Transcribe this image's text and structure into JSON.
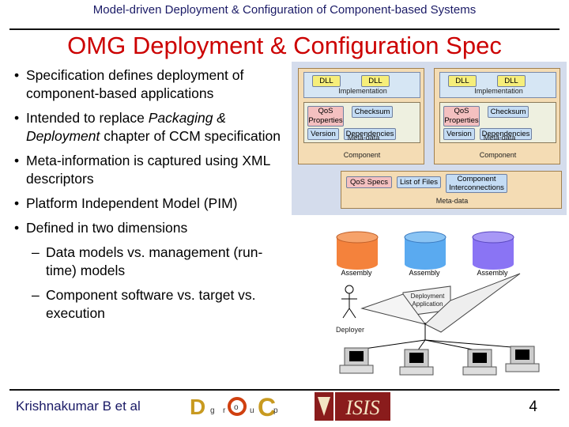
{
  "header": {
    "text": "Model-driven Deployment & Configuration of Component-based Systems"
  },
  "title": "OMG Deployment & Configuration Spec",
  "bullets": [
    {
      "text": "Specification defines deployment of component-based applications"
    },
    {
      "pre": "Intended to replace ",
      "em": "Packaging & Deployment",
      "post": " chapter of CCM specification"
    },
    {
      "text": "Meta-information is captured using XML descriptors"
    },
    {
      "text": "Platform Independent Model (PIM)"
    },
    {
      "text": "Defined in two dimensions"
    }
  ],
  "sub_bullets": [
    "Data models vs. management (run-time) models",
    "Component software vs. target vs. execution"
  ],
  "figure": {
    "dll": "DLL",
    "implementation": "Implementation",
    "qos_properties": "QoS Properties",
    "checksum": "Checksum",
    "version": "Version",
    "dependencies": "Dependencies",
    "meta_data": "Meta-data",
    "component": "Component",
    "qos_specs": "QoS Specs",
    "list_of_files": "List of Files",
    "component_interconnections": "Component Interconnections",
    "meta_data_bottom": "Meta-data"
  },
  "deploy": {
    "assembly": "Assembly",
    "deployment_application": "Deployment Application",
    "deployer": "Deployer",
    "cylinder_colors": [
      "#f4823c",
      "#5aaaf0",
      "#8a74f4"
    ]
  },
  "footer": {
    "author": "Krishnakumar B et al",
    "logo_letters": [
      "D",
      "g",
      "r",
      "o",
      "u",
      "C",
      "p"
    ],
    "isis_text": "ISIS",
    "page_number": "4"
  }
}
